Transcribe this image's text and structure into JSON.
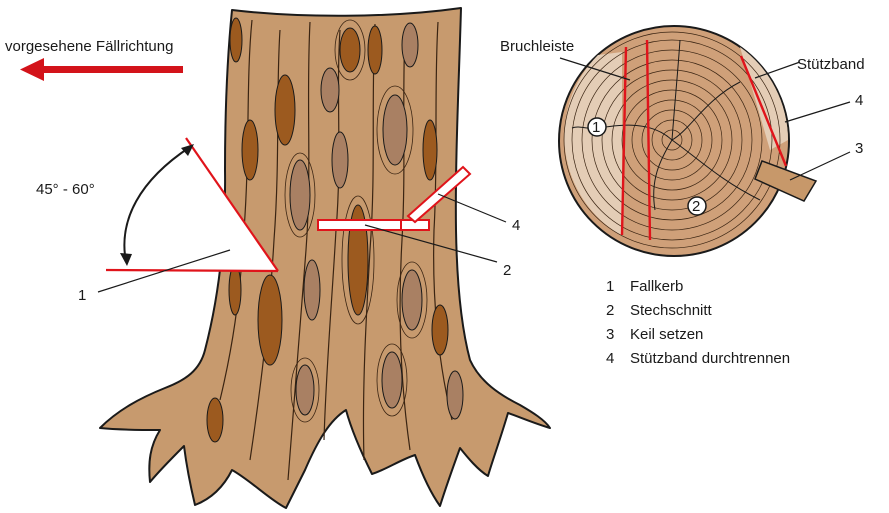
{
  "labels": {
    "direction": "vorgesehene Fällrichtung",
    "angle": "45° - 60°",
    "bruchleiste": "Bruchleiste",
    "stuetzband": "Stützband",
    "callout_1": "1",
    "callout_2": "2",
    "callout_3": "3",
    "callout_4": "4",
    "stump_circle_1": "1",
    "stump_circle_2": "2"
  },
  "legend": [
    {
      "num": "1",
      "text": "Fallkerb"
    },
    {
      "num": "2",
      "text": "Stechschnitt"
    },
    {
      "num": "3",
      "text": "Keil setzen"
    },
    {
      "num": "4",
      "text": "Stützband durchtrennen"
    }
  ],
  "colors": {
    "arrow_red": "#d3131a",
    "cut_red": "#e0141b",
    "bark": "#c79a6e",
    "bark_dark": "#9c5a1f",
    "bark_mid": "#a98063",
    "stump_wood": "#cfa079",
    "stump_light": "#e4cdb6",
    "wedge": "#c7986a",
    "outline": "#1a1a1a"
  }
}
